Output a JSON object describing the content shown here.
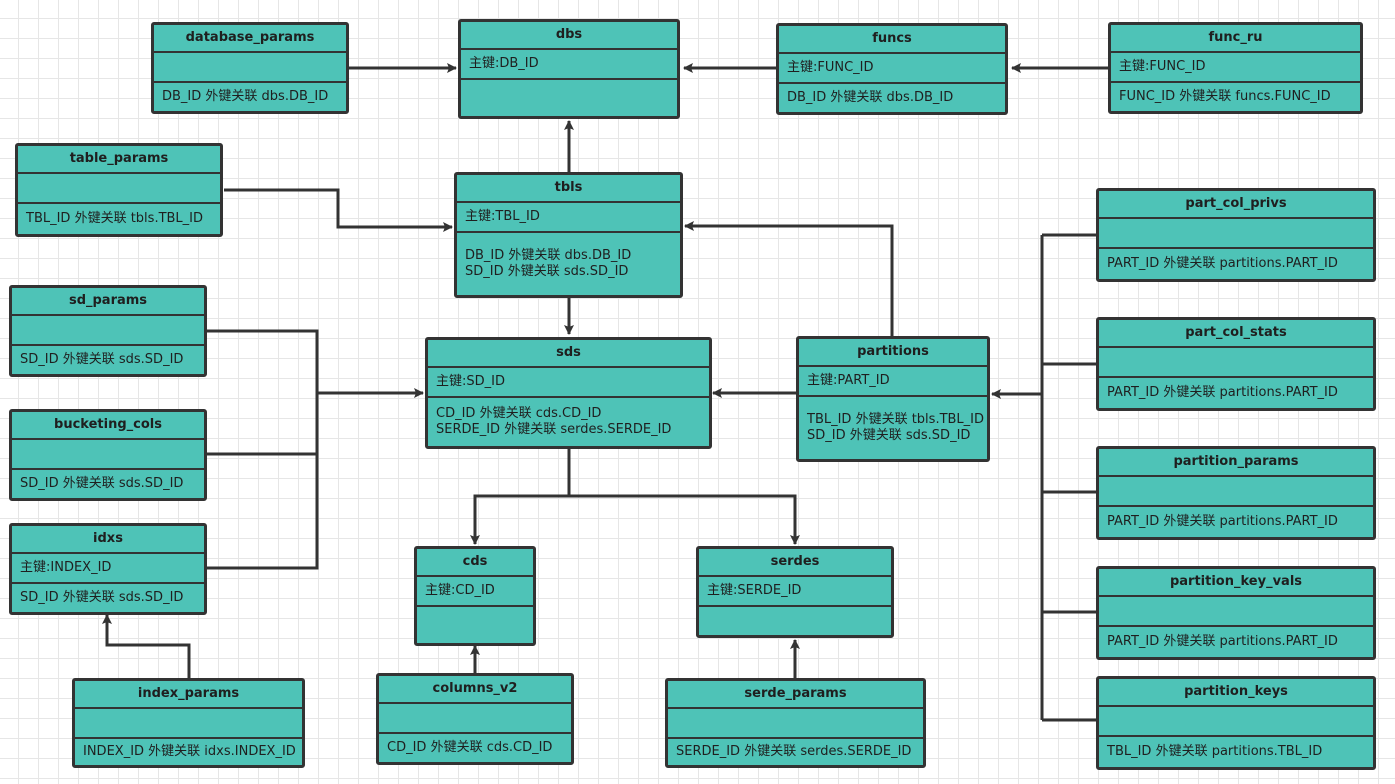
{
  "tables": {
    "database_params": {
      "name": "database_params",
      "pk": "",
      "fks": [
        "DB_ID 外键关联 dbs.DB_ID"
      ]
    },
    "dbs": {
      "name": "dbs",
      "pk": "主键:DB_ID",
      "fks": []
    },
    "funcs": {
      "name": "funcs",
      "pk": "主键:FUNC_ID",
      "fks": [
        "DB_ID 外键关联 dbs.DB_ID"
      ]
    },
    "func_ru": {
      "name": "func_ru",
      "pk": "主键:FUNC_ID",
      "fks": [
        "FUNC_ID 外键关联 funcs.FUNC_ID"
      ]
    },
    "table_params": {
      "name": "table_params",
      "pk": "",
      "fks": [
        "TBL_ID 外键关联 tbls.TBL_ID"
      ]
    },
    "tbls": {
      "name": "tbls",
      "pk": "主键:TBL_ID",
      "fks": [
        "DB_ID 外键关联 dbs.DB_ID",
        "SD_ID 外键关联 sds.SD_ID"
      ]
    },
    "sd_params": {
      "name": "sd_params",
      "pk": "",
      "fks": [
        "SD_ID 外键关联 sds.SD_ID"
      ]
    },
    "sds": {
      "name": "sds",
      "pk": "主键:SD_ID",
      "fks": [
        "CD_ID 外键关联 cds.CD_ID",
        "SERDE_ID 外键关联 serdes.SERDE_ID"
      ]
    },
    "partitions": {
      "name": "partitions",
      "pk": "主键:PART_ID",
      "fks": [
        "TBL_ID 外键关联 tbls.TBL_ID",
        "SD_ID 外键关联 sds.SD_ID"
      ]
    },
    "bucketing_cols": {
      "name": "bucketing_cols",
      "pk": "",
      "fks": [
        "SD_ID 外键关联 sds.SD_ID"
      ]
    },
    "idxs": {
      "name": "idxs",
      "pk": "主键:INDEX_ID",
      "fks": [
        "SD_ID 外键关联 sds.SD_ID"
      ]
    },
    "cds": {
      "name": "cds",
      "pk": "主键:CD_ID",
      "fks": []
    },
    "serdes": {
      "name": "serdes",
      "pk": "主键:SERDE_ID",
      "fks": []
    },
    "index_params": {
      "name": "index_params",
      "pk": "",
      "fks": [
        "INDEX_ID 外键关联 idxs.INDEX_ID"
      ]
    },
    "columns_v2": {
      "name": "columns_v2",
      "pk": "",
      "fks": [
        "CD_ID 外键关联 cds.CD_ID"
      ]
    },
    "serde_params": {
      "name": "serde_params",
      "pk": "",
      "fks": [
        "SERDE_ID 外键关联 serdes.SERDE_ID"
      ]
    },
    "part_col_privs": {
      "name": "part_col_privs",
      "pk": "",
      "fks": [
        "PART_ID 外键关联 partitions.PART_ID"
      ]
    },
    "part_col_stats": {
      "name": "part_col_stats",
      "pk": "",
      "fks": [
        "PART_ID 外键关联 partitions.PART_ID"
      ]
    },
    "partition_params": {
      "name": "partition_params",
      "pk": "",
      "fks": [
        "PART_ID 外键关联 partitions.PART_ID"
      ]
    },
    "partition_key_vals": {
      "name": "partition_key_vals",
      "pk": "",
      "fks": [
        "PART_ID 外键关联 partitions.PART_ID"
      ]
    },
    "partition_keys": {
      "name": "partition_keys",
      "pk": "",
      "fks": [
        "TBL_ID 外键关联 partitions.TBL_ID"
      ]
    }
  },
  "relations": [
    {
      "from": "database_params",
      "to": "dbs"
    },
    {
      "from": "funcs",
      "to": "dbs"
    },
    {
      "from": "func_ru",
      "to": "funcs"
    },
    {
      "from": "tbls",
      "to": "dbs"
    },
    {
      "from": "table_params",
      "to": "tbls"
    },
    {
      "from": "tbls",
      "to": "sds"
    },
    {
      "from": "partitions",
      "to": "tbls"
    },
    {
      "from": "partitions",
      "to": "sds"
    },
    {
      "from": "sd_params",
      "to": "sds"
    },
    {
      "from": "bucketing_cols",
      "to": "sds"
    },
    {
      "from": "idxs",
      "to": "sds"
    },
    {
      "from": "sds",
      "to": "cds"
    },
    {
      "from": "sds",
      "to": "serdes"
    },
    {
      "from": "index_params",
      "to": "idxs"
    },
    {
      "from": "columns_v2",
      "to": "cds"
    },
    {
      "from": "serde_params",
      "to": "serdes"
    },
    {
      "from": "part_col_privs",
      "to": "partitions"
    },
    {
      "from": "part_col_stats",
      "to": "partitions"
    },
    {
      "from": "partition_params",
      "to": "partitions"
    },
    {
      "from": "partition_key_vals",
      "to": "partitions"
    },
    {
      "from": "partition_keys",
      "to": "partitions"
    }
  ],
  "colors": {
    "table_fill": "#4ec3b7",
    "line": "#333333"
  }
}
